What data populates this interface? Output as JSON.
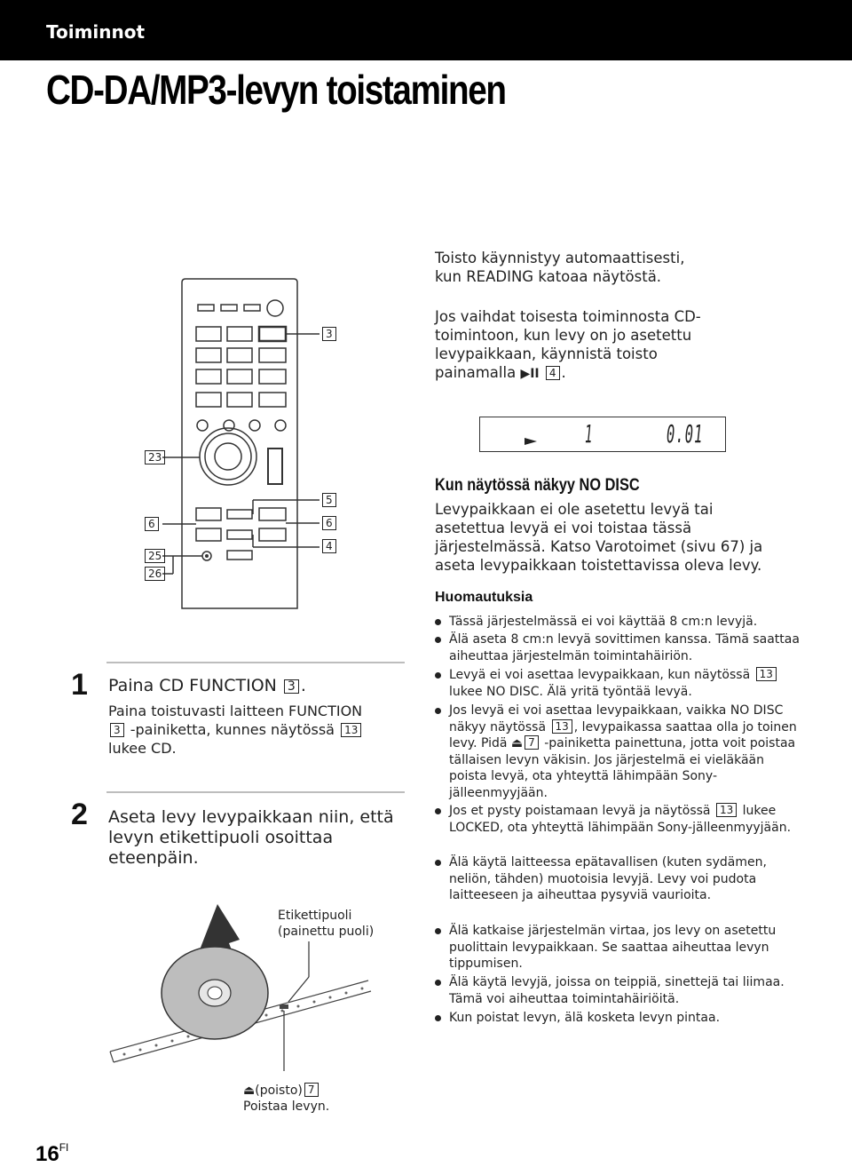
{
  "header": {
    "section": "Toiminnot"
  },
  "title": "CD-DA/MP3-levyn toistaminen",
  "right": {
    "p1": "Toisto käynnistyy automaattisesti, kun READING katoaa näytöstä.",
    "p2_before": "Jos vaihdat toisesta toiminnosta CD-toimintoon, kun levy on jo asetettu levypaikkaan, käynnistä toisto painamalla ",
    "p2_symbol": "▶II",
    "p2_key": "4",
    "p2_after": ".",
    "display": {
      "track": "1",
      "time": "0.01"
    },
    "nodisc_heading": "Kun näytössä näkyy NO DISC",
    "nodisc_text": "Levypaikkaan ei ole asetettu levyä tai asetettua levyä ei voi toistaa tässä järjestelmässä. Katso Varotoimet (sivu 67) ja aseta levypaikkaan toistettavissa oleva levy.",
    "notes_heading": "Huomautuksia",
    "notes": [
      {
        "pre": "Tässä järjestelmässä ei voi käyttää 8 cm:n levyjä."
      },
      {
        "pre": "Älä aseta 8 cm:n levyä sovittimen kanssa. Tämä saattaa aiheuttaa järjestelmän toimintahäiriön."
      },
      {
        "pre": "Levyä ei voi asettaa levypaikkaan, kun näytössä ",
        "key": "13",
        "post": " lukee NO DISC. Älä yritä työntää levyä."
      },
      {
        "pre": "Jos levyä ei voi asettaa levypaikkaan, vaikka NO DISC näkyy näytössä ",
        "key": "13",
        "mid": ", levypaikassa saattaa olla jo toinen levy. Pidä ",
        "sym": "⏏",
        "key2": "7",
        "post": " -painiketta painettuna, jotta voit poistaa tällaisen levyn väkisin. Jos järjestelmä ei vieläkään poista levyä, ota yhteyttä lähimpään Sony-jälleenmyyjään."
      },
      {
        "pre": "Jos et pysty poistamaan levyä ja näytössä ",
        "key": "13",
        "post": " lukee LOCKED, ota yhteyttä lähimpään Sony-jälleenmyyjään."
      },
      {
        "pre": "Älä käytä laitteessa epätavallisen (kuten sydämen, neliön, tähden) muotoisia levyjä. Levy voi pudota laitteeseen ja aiheuttaa pysyviä vaurioita."
      },
      {
        "pre": "Älä katkaise järjestelmän virtaa, jos levy on asetettu puolittain levypaikkaan. Se saattaa aiheuttaa levyn tippumisen."
      },
      {
        "pre": "Älä käytä levyjä, joissa on teippiä, sinettejä tai liimaa. Tämä voi aiheuttaa toimintahäiriöitä."
      },
      {
        "pre": "Kun poistat levyn, älä kosketa levyn pintaa."
      }
    ]
  },
  "remote_callouts": {
    "right": [
      "3",
      "5",
      "6",
      "4"
    ],
    "left": [
      "23",
      "6",
      "25",
      "26"
    ]
  },
  "steps": [
    {
      "num": "1",
      "main_pre": "Paina CD FUNCTION ",
      "main_key": "3",
      "main_post": ".",
      "sub_pre": "Paina toistuvasti laitteen FUNCTION ",
      "sub_key": "3",
      "sub_mid": " -painiketta, kunnes näytössä ",
      "sub_key2": "13",
      "sub_post": " lukee CD."
    },
    {
      "num": "2",
      "main": "Aseta levy levypaikkaan niin, että levyn etikettipuoli osoittaa eteenpäin."
    }
  ],
  "disc_label": {
    "line1": "Etikettipuoli",
    "line2": "(painettu puoli)"
  },
  "eject": {
    "sym": "⏏",
    "label": "(poisto)",
    "key": "7",
    "line2": "Poistaa levyn."
  },
  "page": {
    "number": "16",
    "lang": "FI"
  }
}
